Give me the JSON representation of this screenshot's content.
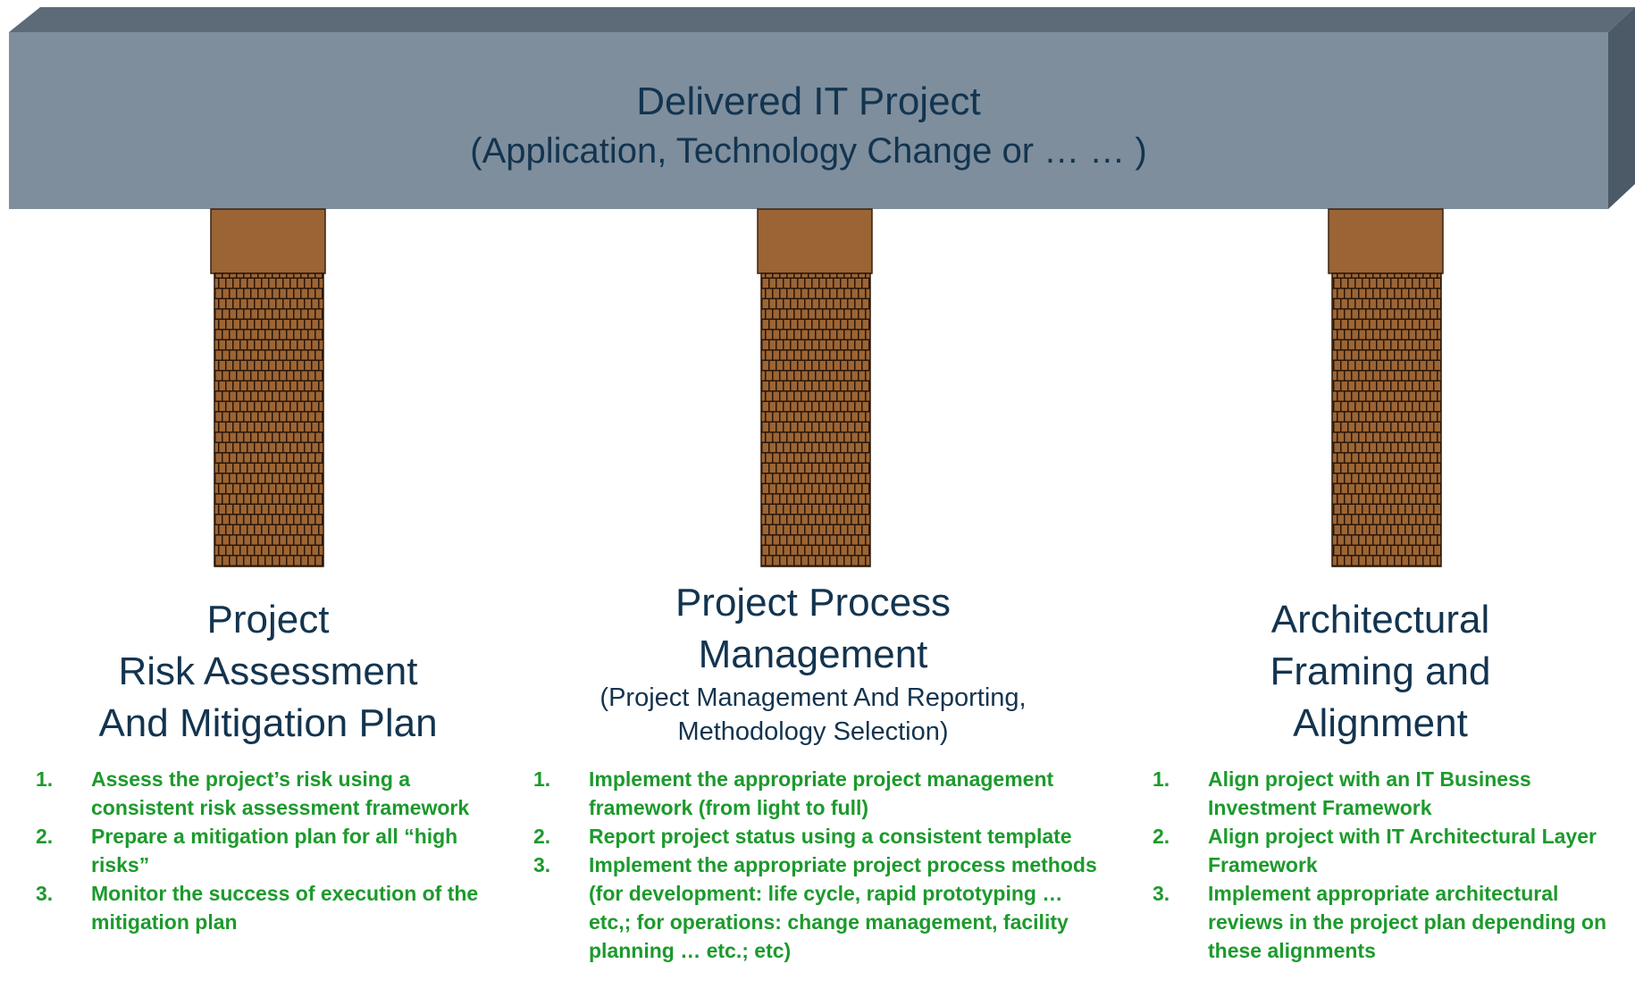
{
  "beam": {
    "title": "Delivered IT Project",
    "subtitle": "(Application, Technology Change or … … )"
  },
  "colors": {
    "beam_front": "#7e8e9d",
    "beam_top": "#5d6b79",
    "beam_side": "#4c5966",
    "pillar_cap": "#9a6434",
    "brick": "#9c6535",
    "mortar": "#2a1608",
    "heading_text": "#13344f",
    "list_text": "#1c9a2c"
  },
  "pillars": [
    {
      "title_lines": [
        "Project",
        "Risk Assessment",
        "And Mitigation Plan"
      ],
      "subtitle_lines": [],
      "steps": [
        {
          "num": "1.",
          "text": "Assess the project’s risk using a consistent risk assessment framework"
        },
        {
          "num": "2.",
          "text": "Prepare a mitigation plan for all “high risks”"
        },
        {
          "num": "3.",
          "text": "Monitor the success of execution of the mitigation plan"
        }
      ]
    },
    {
      "title_lines": [
        "Project Process",
        "Management"
      ],
      "subtitle_lines": [
        "(Project Management And Reporting,",
        "Methodology Selection)"
      ],
      "steps": [
        {
          "num": "1.",
          "text": "Implement the appropriate project management framework (from light to full)"
        },
        {
          "num": "2.",
          "text": "Report project status using a consistent template"
        },
        {
          "num": "3.",
          "text": "Implement the appropriate project process methods (for development: life cycle, rapid prototyping … etc,; for operations: change management, facility planning …  etc.; etc)"
        }
      ]
    },
    {
      "title_lines": [
        "Architectural",
        "Framing and",
        "Alignment"
      ],
      "subtitle_lines": [],
      "steps": [
        {
          "num": "1.",
          "text": "Align project with an IT Business Investment Framework"
        },
        {
          "num": "2.",
          "text": "Align project with IT Architectural Layer Framework"
        },
        {
          "num": "3.",
          "text": "Implement appropriate architectural reviews in the project plan depending on these alignments"
        }
      ]
    }
  ]
}
